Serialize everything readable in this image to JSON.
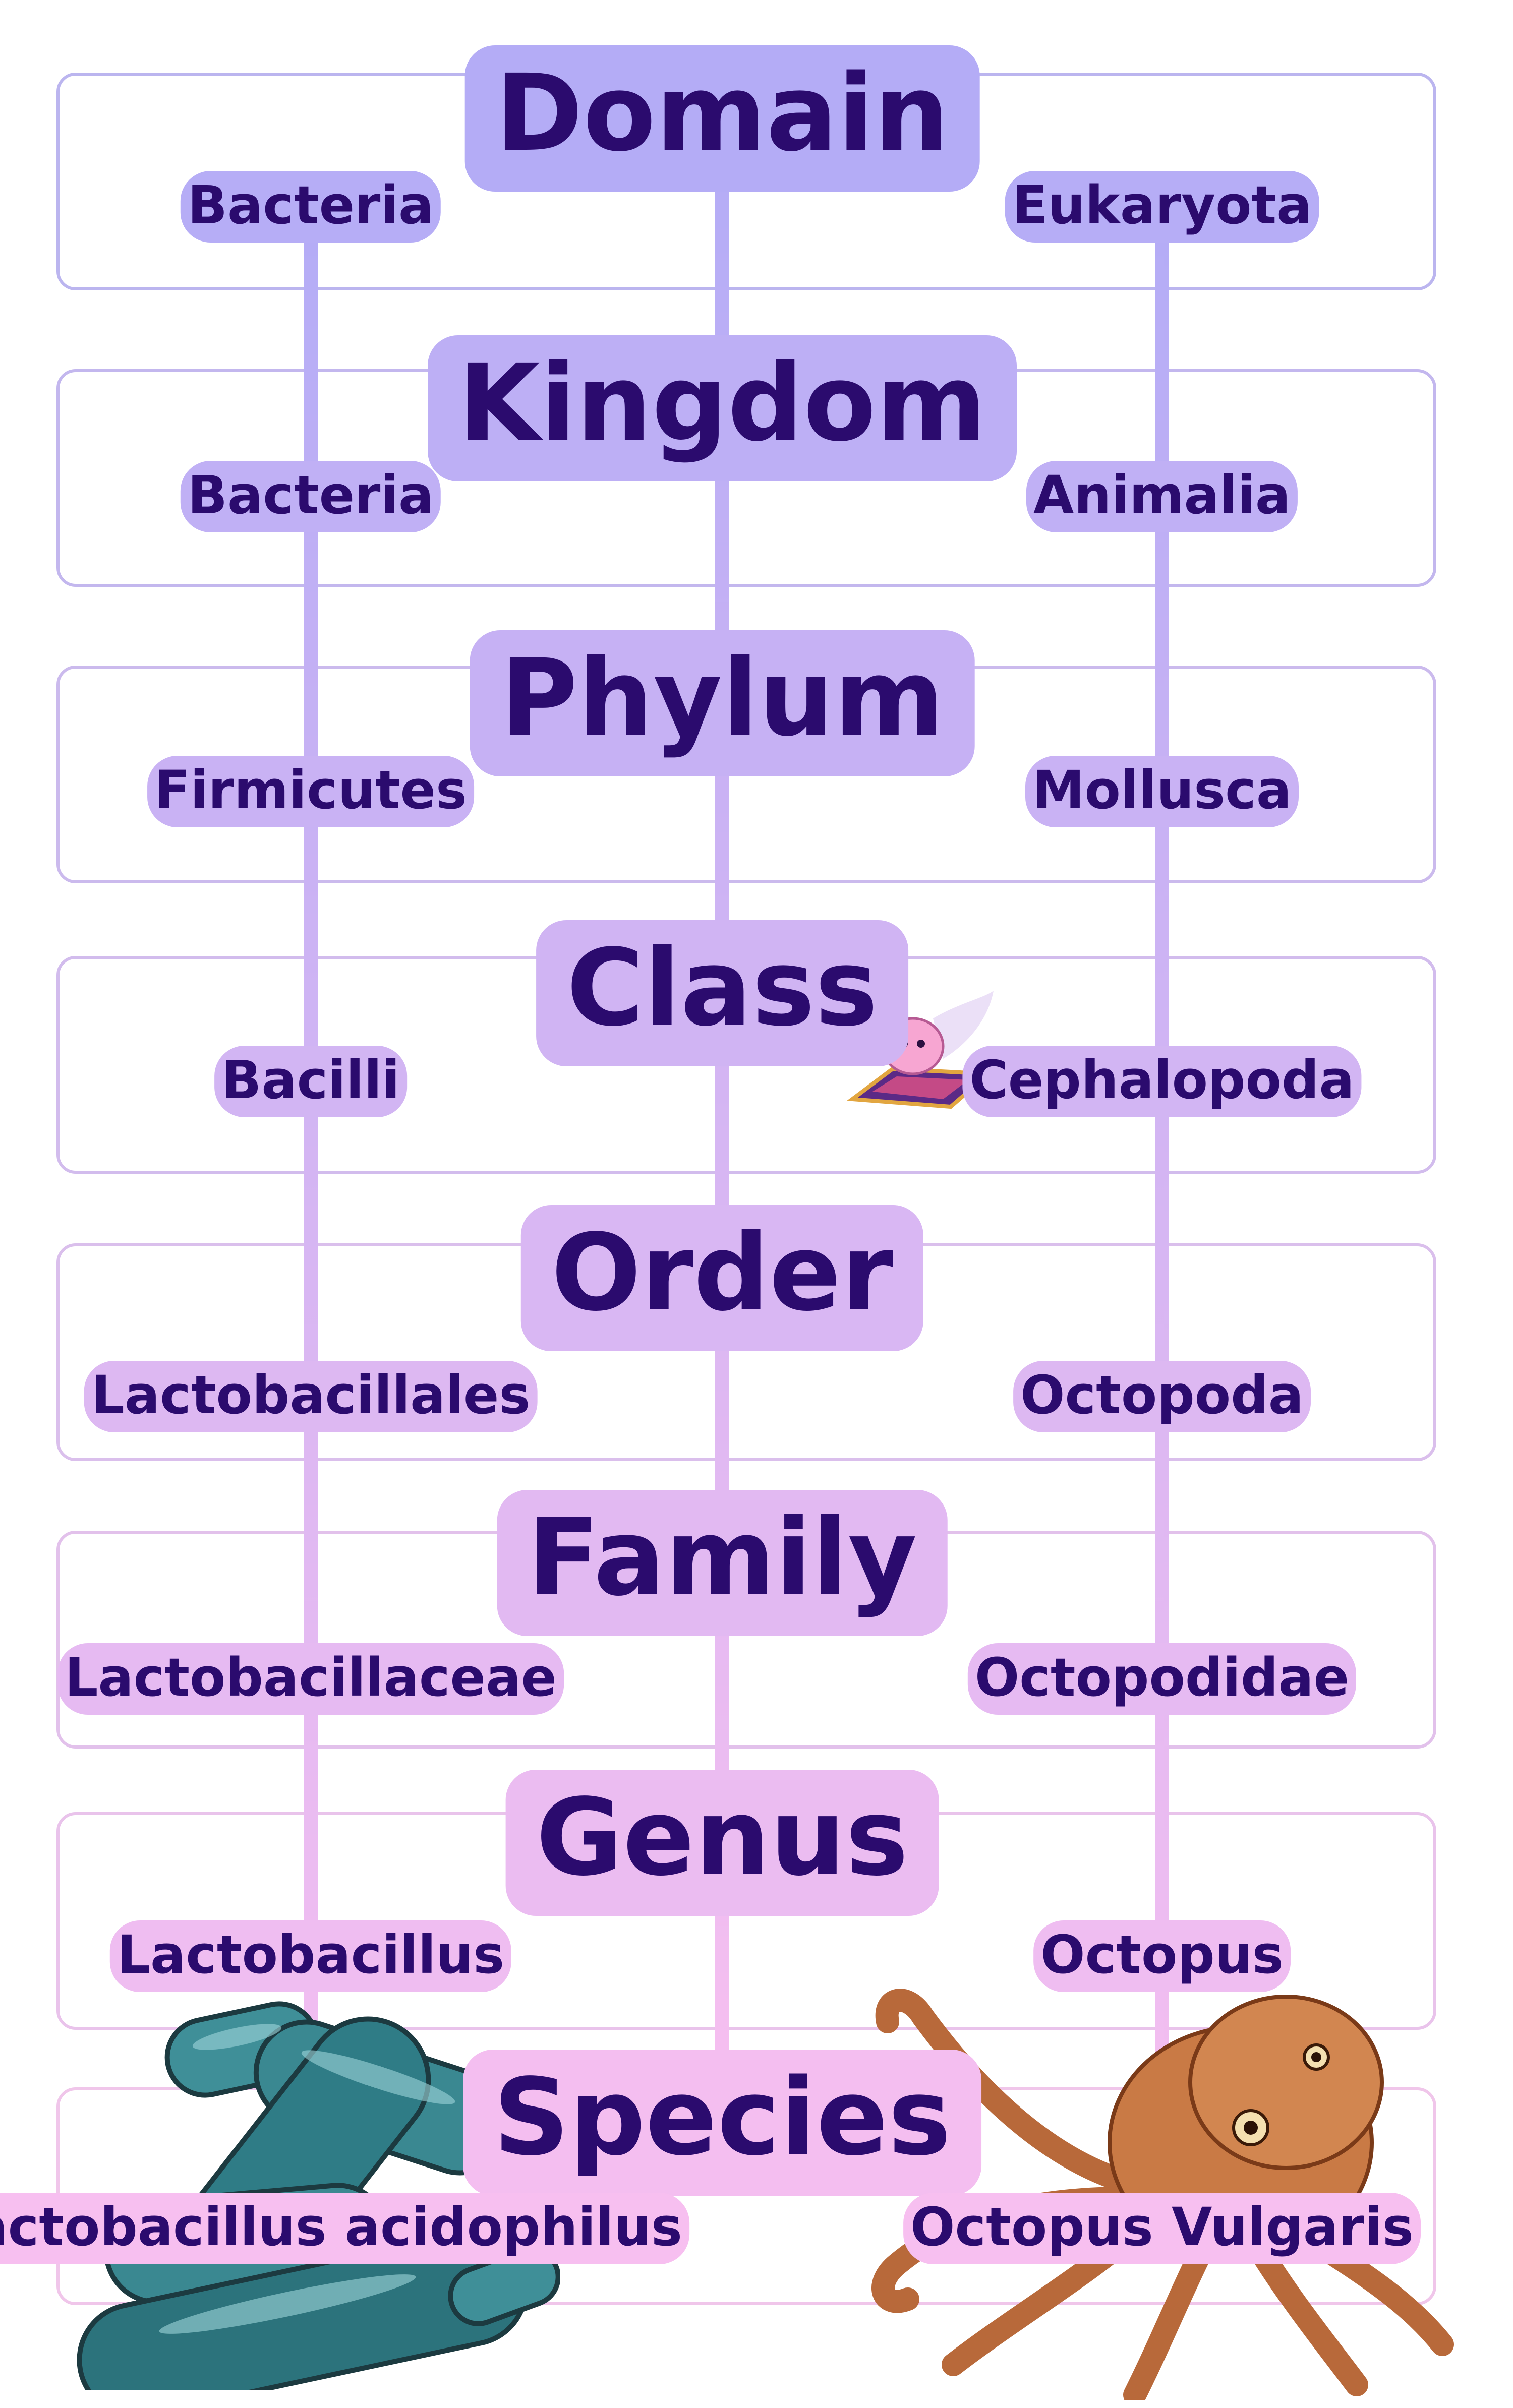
{
  "diagram": {
    "ranks": [
      {
        "rank": "Domain",
        "bacteria": "Bacteria",
        "octopus": "Eukaryota"
      },
      {
        "rank": "Kingdom",
        "bacteria": "Bacteria",
        "octopus": "Animalia"
      },
      {
        "rank": "Phylum",
        "bacteria": "Firmicutes",
        "octopus": "Mollusca"
      },
      {
        "rank": "Class",
        "bacteria": "Bacilli",
        "octopus": "Cephalopoda"
      },
      {
        "rank": "Order",
        "bacteria": "Lactobacillales",
        "octopus": "Octopoda"
      },
      {
        "rank": "Family",
        "bacteria": "Lactobacillaceae",
        "octopus": "Octopodidae"
      },
      {
        "rank": "Genus",
        "bacteria": "Lactobacillus",
        "octopus": "Octopus"
      },
      {
        "rank": "Species",
        "bacteria": "Lactobacillus acidophilus",
        "octopus": "Octopus Vulgaris"
      }
    ]
  },
  "colors": {
    "top": "#b3acf6",
    "bottom": "#f7bff0",
    "text": "#2b0b6e",
    "band_top": "#b9b4ef",
    "band_bottom": "#f1c6ea"
  },
  "illustrations": {
    "bacteria": "lactobacillus-rods-illustration",
    "octopus": "octopus-illustration",
    "mascot": "pink-creature-on-flying-carpet-icon"
  }
}
